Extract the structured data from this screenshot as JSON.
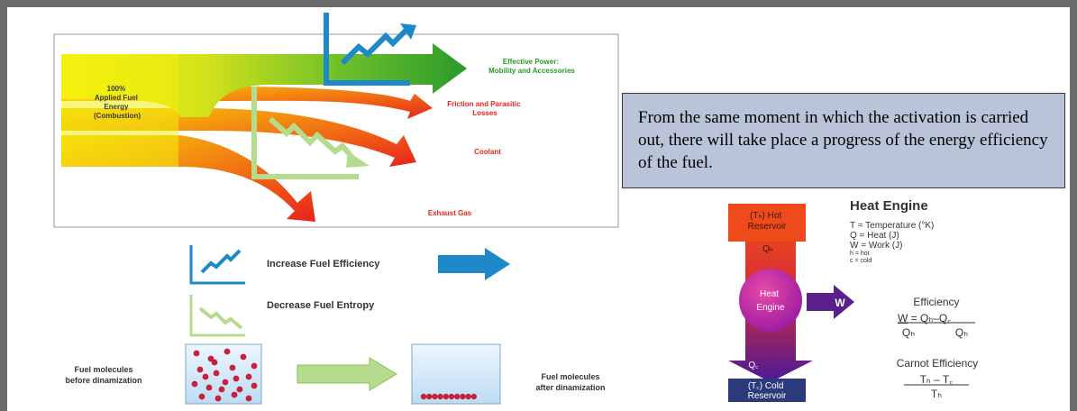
{
  "sankey": {
    "applied_fuel": [
      "100%",
      "Applied Fuel",
      "Energy",
      "(Combustion)"
    ],
    "effective_power": [
      "Effective Power:",
      "Mobility and Accessories"
    ],
    "friction": [
      "Friction and Parasitic",
      "Losses"
    ],
    "coolant": "Coolant",
    "exhaust": "Exhaust Gas"
  },
  "callout": {
    "text": "From the same moment in which the activation is carried out, there will take place a progress of the energy efficiency of the fuel."
  },
  "legend": {
    "increase": "Increase Fuel Efficiency",
    "decrease": "Decrease Fuel Entropy"
  },
  "fuel": {
    "before": [
      "Fuel molecules",
      "before dinamization"
    ],
    "after": [
      "Fuel molecules",
      "after dinamization"
    ]
  },
  "heat_engine": {
    "title": "Heat Engine",
    "legend": [
      "T = Temperature (°K)",
      "Q = Heat (J)",
      "W = Work (J)"
    ],
    "legend_small": [
      "h = hot",
      "c = cold"
    ],
    "hot_reservoir": [
      "(Tₕ)  Hot",
      "Reservoir"
    ],
    "cold_reservoir": [
      "(T꜀)  Cold",
      "Reservoir"
    ],
    "qh": "Qₕ",
    "qc": "Q꜀",
    "engine": [
      "Heat",
      "Engine"
    ],
    "w": "W",
    "efficiency_label": "Efficiency",
    "efficiency_formula": [
      "W",
      " = ",
      "Qₕ–Q꜀",
      "Qₕ",
      "Qₕ"
    ],
    "carnot_label": "Carnot Efficiency",
    "carnot_formula": [
      "Tₕ – T꜀",
      "Tₕ"
    ]
  },
  "colors": {
    "frame": "#6b6b6b",
    "callout_bg": "#b9c4d8",
    "blue": "#1e88c8",
    "green_light": "#b5dc8c",
    "red": "#e8231c",
    "purple": "#5a1f8a"
  }
}
